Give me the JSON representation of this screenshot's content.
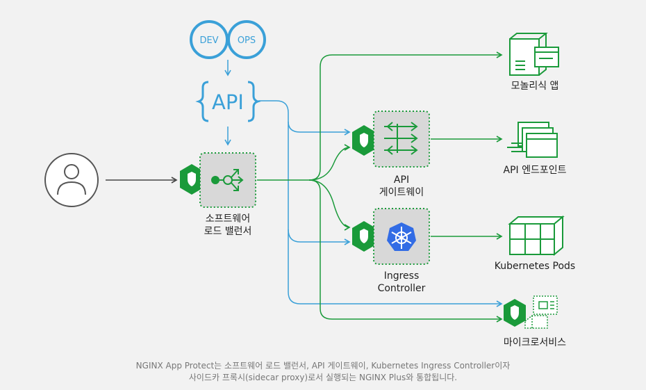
{
  "devops": {
    "left": "DEV",
    "right": "OPS"
  },
  "api_badge": "API",
  "labels": {
    "load_balancer_line1": "소프트웨어",
    "load_balancer_line2": "로드 밸런서",
    "api_gateway_line1": "API",
    "api_gateway_line2": "게이트웨이",
    "ingress_line1": "Ingress",
    "ingress_line2": "Controller",
    "monolith": "모놀리식 앱",
    "api_endpoints": "API 엔드포인트",
    "k8s_pods": "Kubernetes Pods",
    "microservices": "마이크로서비스"
  },
  "caption": {
    "line1": "NGINX App Protect는 소프트웨어 로드 밸런서, API 게이트웨이, Kubernetes Ingress Controller이자",
    "line2": "사이드카 프록시(sidecar proxy)로서 실행되는 NGINX Plus와 통합됩니다."
  },
  "colors": {
    "green": "#1a9a3a",
    "blue": "#3aa0d8",
    "box_fill": "#d8d8d8",
    "k8s_blue": "#326ce5",
    "gray_icon": "#555555"
  },
  "icons": [
    "user-icon",
    "shield-icon",
    "load-balancer-icon",
    "api-gateway-icon",
    "kubernetes-icon",
    "server-icon",
    "api-endpoint-icon",
    "pods-icon",
    "microservice-icon"
  ]
}
